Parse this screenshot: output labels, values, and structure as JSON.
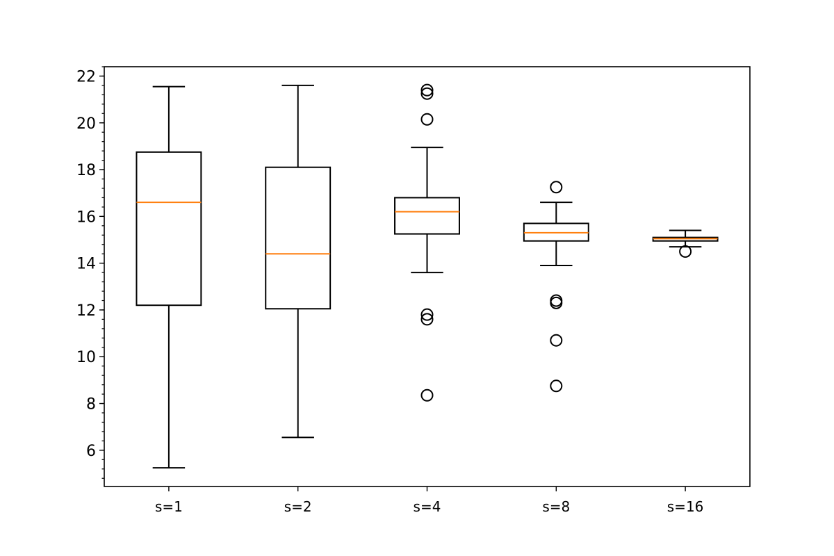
{
  "chart_data": {
    "type": "box",
    "title": "",
    "xlabel": "",
    "ylabel": "",
    "ylim": [
      4.45,
      22.4
    ],
    "y_ticks": [
      6,
      8,
      10,
      12,
      14,
      16,
      18,
      20,
      22
    ],
    "y_minor_step": 0.4,
    "grid": false,
    "colors": {
      "box": "#000000",
      "median": "#ff7f0e",
      "background": "#ffffff"
    },
    "categories": [
      "s=1",
      "s=2",
      "s=4",
      "s=8",
      "s=16"
    ],
    "boxes": [
      {
        "label": "s=1",
        "whisker_low": 5.25,
        "q1": 12.2,
        "median": 16.6,
        "q3": 18.75,
        "whisker_high": 21.55,
        "fliers": []
      },
      {
        "label": "s=2",
        "whisker_low": 6.55,
        "q1": 12.05,
        "median": 14.4,
        "q3": 18.1,
        "whisker_high": 21.6,
        "fliers": []
      },
      {
        "label": "s=4",
        "whisker_low": 13.6,
        "q1": 15.25,
        "median": 16.2,
        "q3": 16.8,
        "whisker_high": 18.95,
        "fliers": [
          21.4,
          21.25,
          20.15,
          11.8,
          11.6,
          8.35
        ]
      },
      {
        "label": "s=8",
        "whisker_low": 13.9,
        "q1": 14.95,
        "median": 15.3,
        "q3": 15.7,
        "whisker_high": 16.6,
        "fliers": [
          17.25,
          12.4,
          12.3,
          10.7,
          8.75
        ]
      },
      {
        "label": "s=16",
        "whisker_low": 14.7,
        "q1": 14.95,
        "median": 15.05,
        "q3": 15.1,
        "whisker_high": 15.4,
        "fliers": [
          14.5
        ]
      }
    ]
  }
}
